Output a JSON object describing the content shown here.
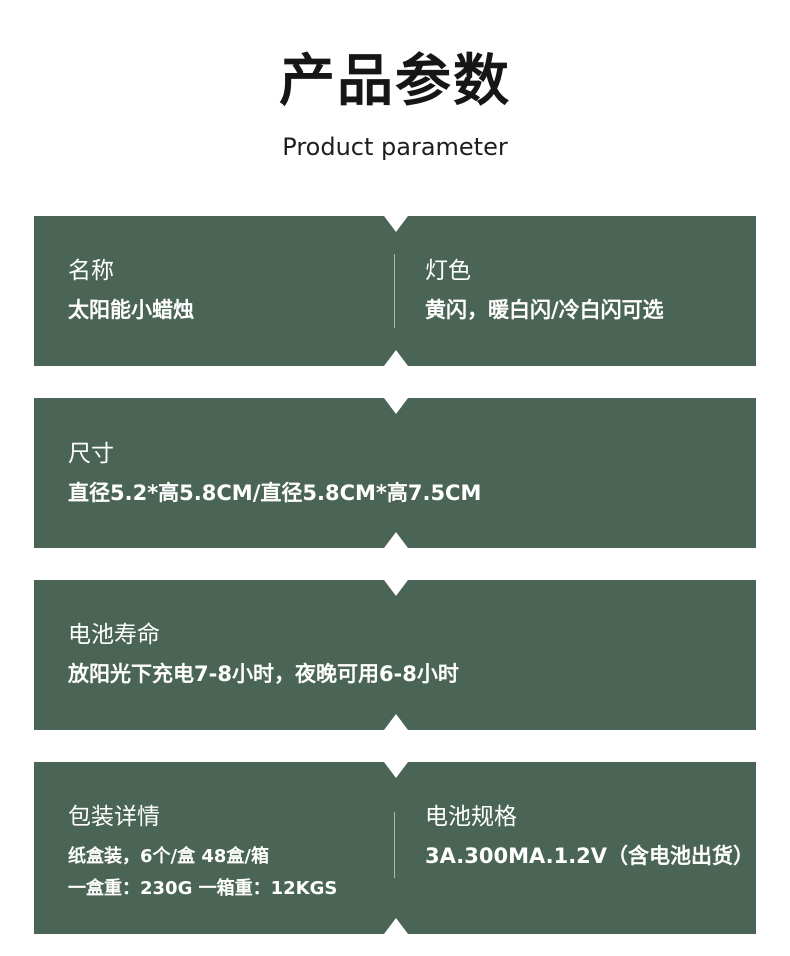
{
  "header": {
    "title": "产品参数",
    "subtitle": "Product parameter"
  },
  "panels": [
    {
      "left": {
        "label": "名称",
        "value": "太阳能小蜡烛"
      },
      "right": {
        "label": "灯色",
        "value": "黄闪，暖白闪/冷白闪可选"
      }
    },
    {
      "left": {
        "label": "尺寸",
        "value": "直径5.2*高5.8CM/直径5.8CM*高7.5CM"
      }
    },
    {
      "left": {
        "label": "电池寿命",
        "value": "放阳光下充电7-8小时，夜晚可用6-8小时"
      }
    },
    {
      "left": {
        "label": "包装详情",
        "value_line1": "纸盒装，6个/盒 48盒/箱",
        "value_line2": "一盒重：230G 一箱重：12KGS"
      },
      "right": {
        "label": "电池规格",
        "value": "3A.300MA.1.2V（含电池出货）"
      }
    }
  ],
  "colors": {
    "panel_background": "#4a6456",
    "page_background": "#ffffff",
    "title_text": "#161616"
  }
}
